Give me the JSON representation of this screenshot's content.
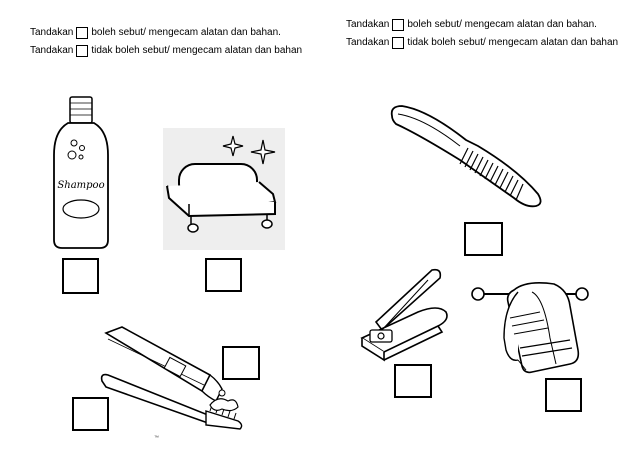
{
  "instructions_left": {
    "line1_prefix": "Tandakan",
    "line1_suffix": "boleh sebut/ mengecam alatan dan bahan.",
    "line2_prefix": "Tandakan",
    "line2_suffix": "tidak boleh sebut/ mengecam alatan dan bahan"
  },
  "instructions_right": {
    "line1_prefix": "Tandakan",
    "line1_suffix": "boleh sebut/ mengecam alatan dan bahan.",
    "line2_prefix": "Tandakan",
    "line2_suffix": "tidak boleh sebut/ mengecam alatan dan bahan"
  },
  "items": {
    "shampoo_label": "Shampoo",
    "toothpaste_mark": "™"
  }
}
